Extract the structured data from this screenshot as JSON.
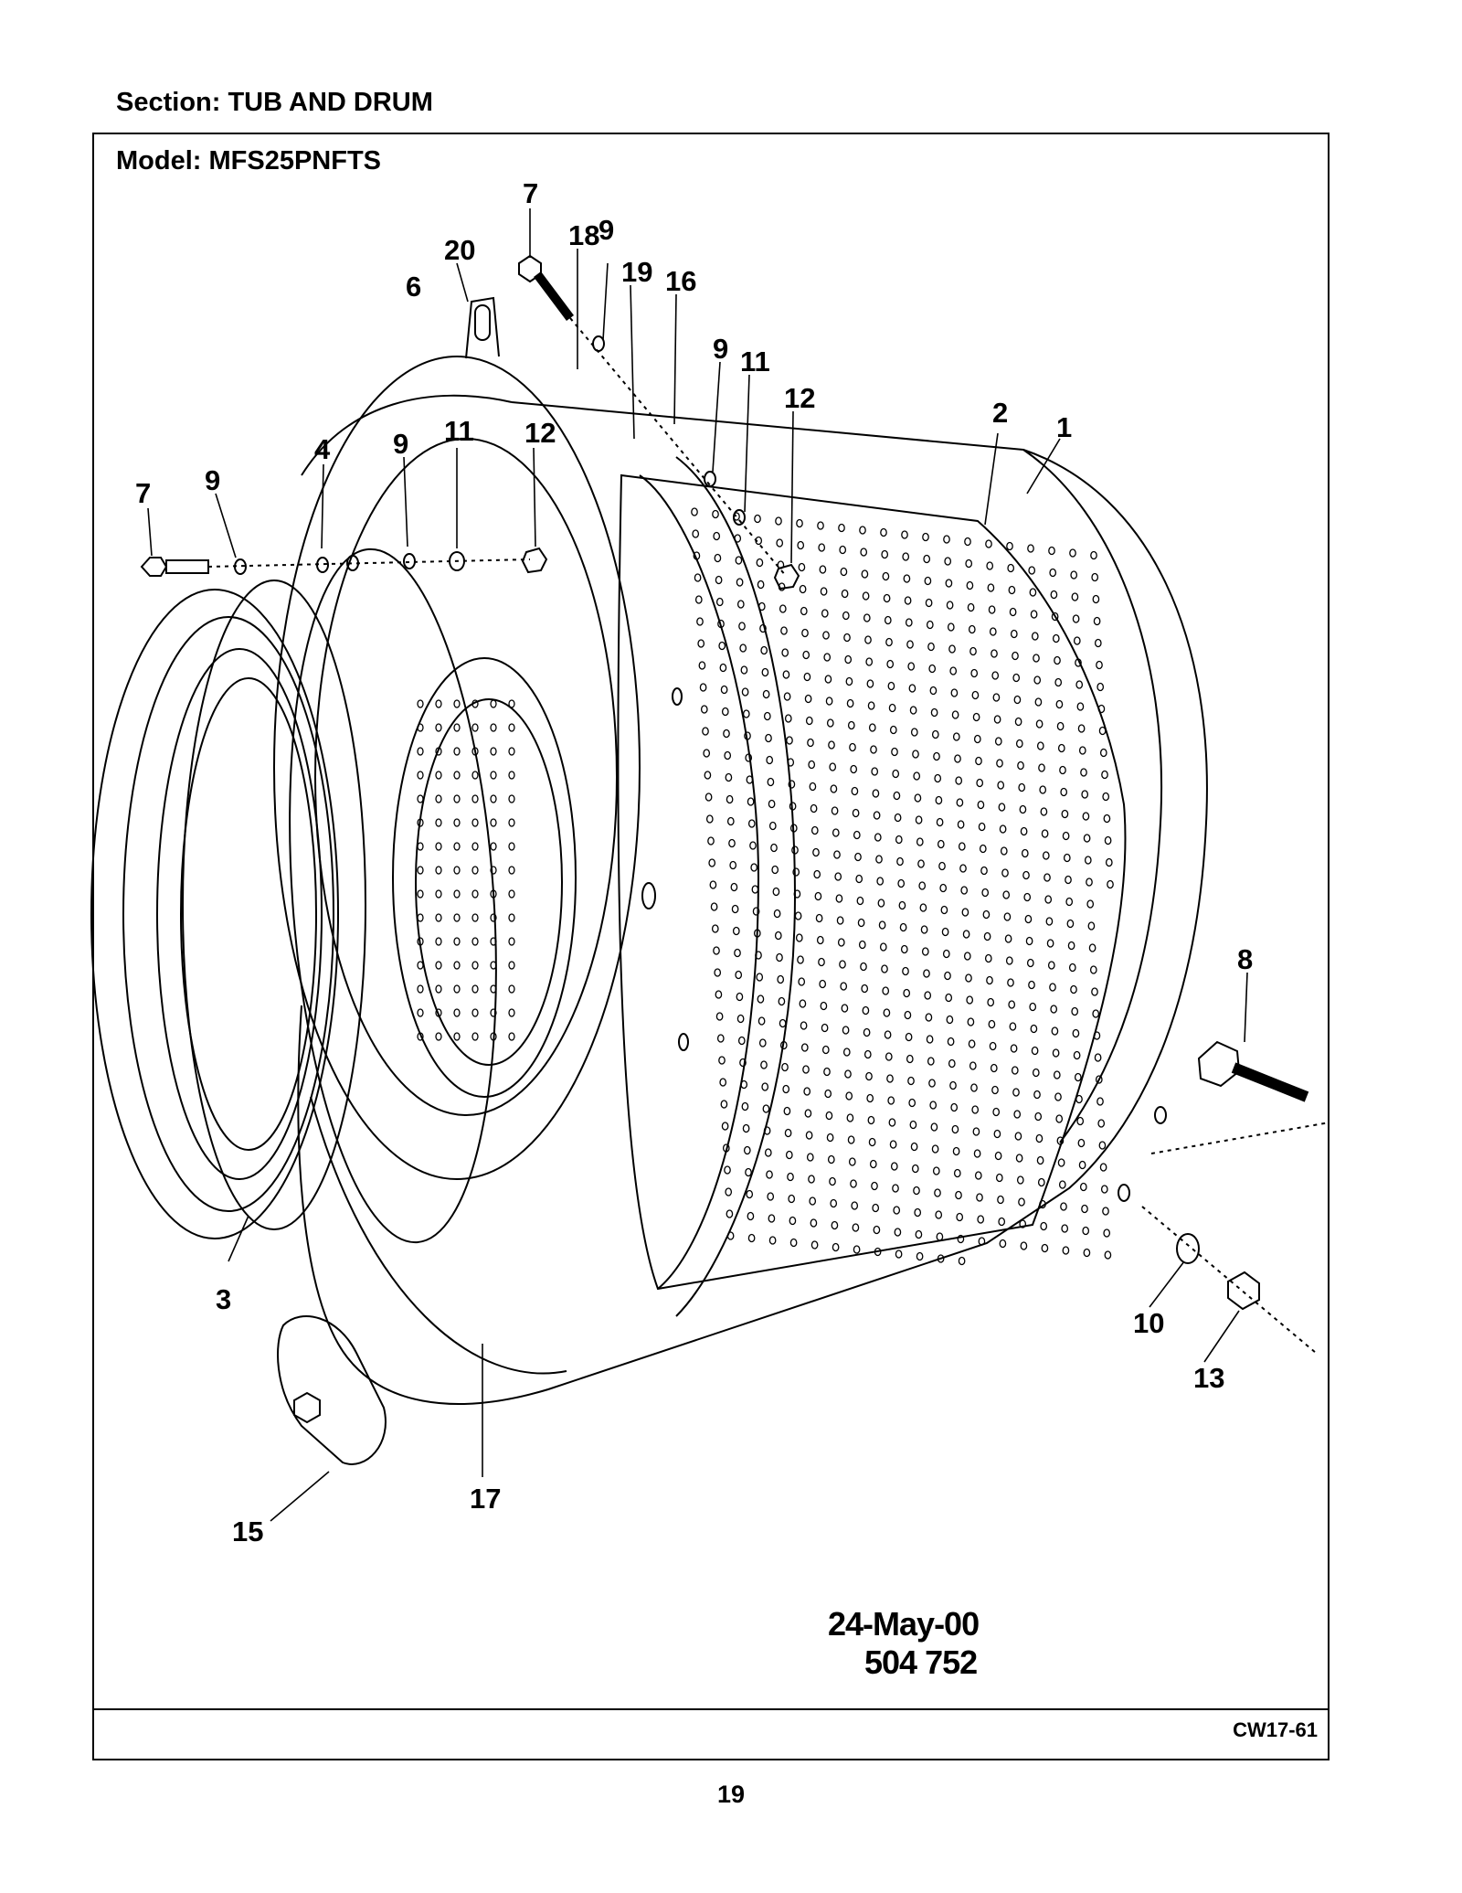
{
  "section": "Section:  TUB AND DRUM",
  "model": "Model:  MFS25PNFTS",
  "stamp": {
    "date": "24-May-00",
    "number": "504 752"
  },
  "footer_code": "CW17-61",
  "page_number": "19",
  "callouts": [
    "7",
    "20",
    "18",
    "9",
    "19",
    "16",
    "6",
    "9",
    "11",
    "12",
    "2",
    "1",
    "4",
    "9",
    "11",
    "12",
    "7",
    "9",
    "8",
    "3",
    "10",
    "13",
    "17",
    "15"
  ]
}
